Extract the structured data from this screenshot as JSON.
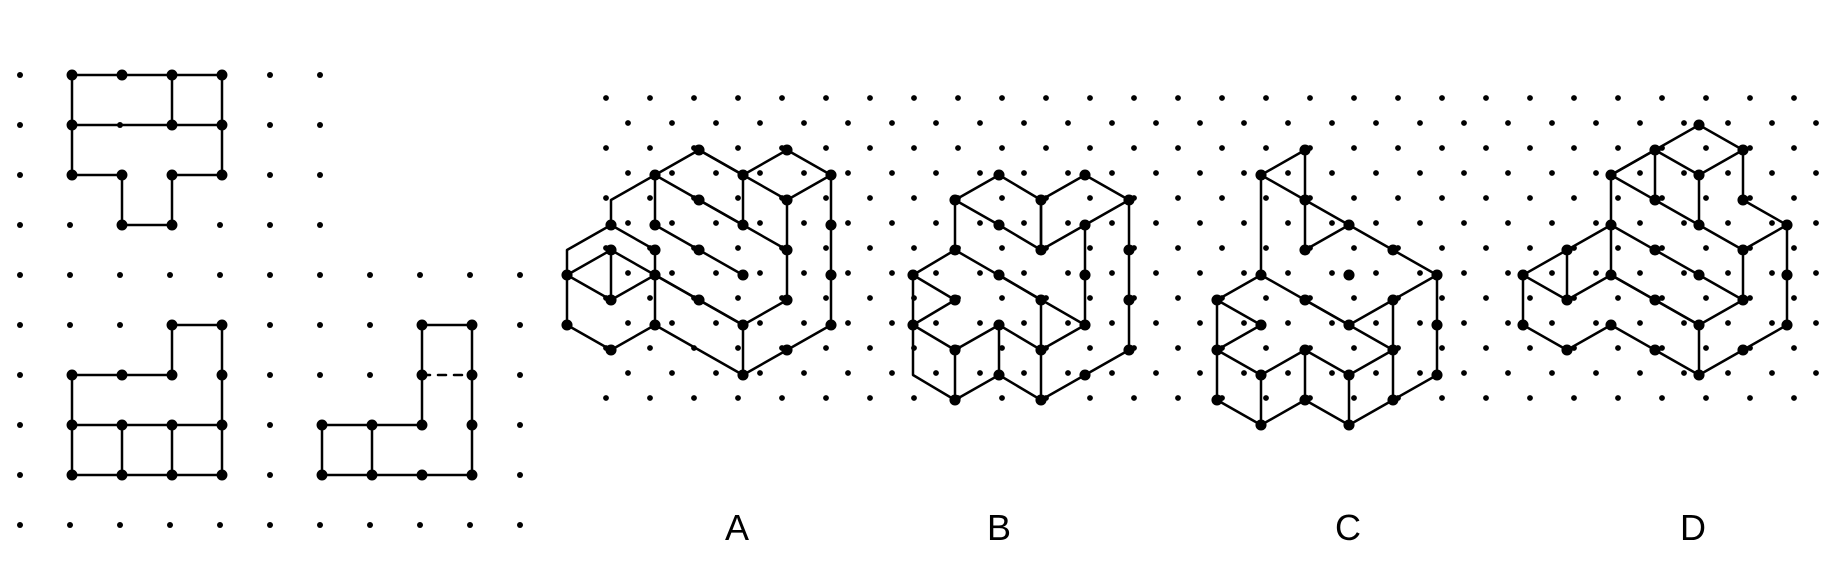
{
  "puzzle": {
    "line_color": "#000000",
    "dot_color": "#000000",
    "background": "#ffffff",
    "options": [
      "A",
      "B",
      "C",
      "D"
    ]
  }
}
